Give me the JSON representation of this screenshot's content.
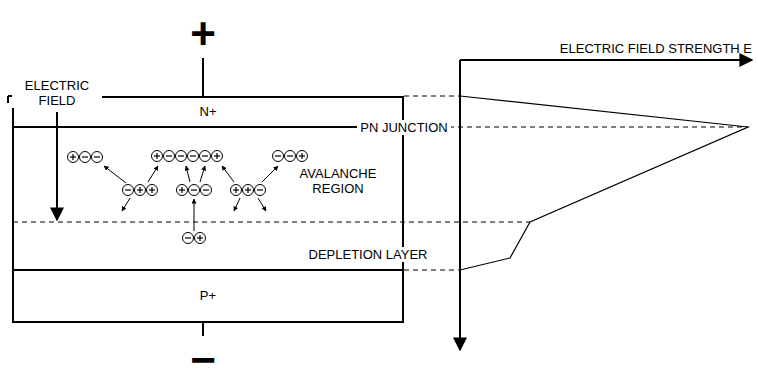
{
  "diagram": {
    "nodes": [
      {
        "text": [
          "N+"
        ]
      },
      {
        "text": [
          "P+"
        ]
      }
    ],
    "labels": [
      "+",
      "ELECTRIC FIELD",
      "PN JUNCTION",
      "AVALANCHE REGION",
      "DEPLETION LAYER",
      "ELECTRIC FIELD STRENGTH E",
      "−"
    ]
  }
}
